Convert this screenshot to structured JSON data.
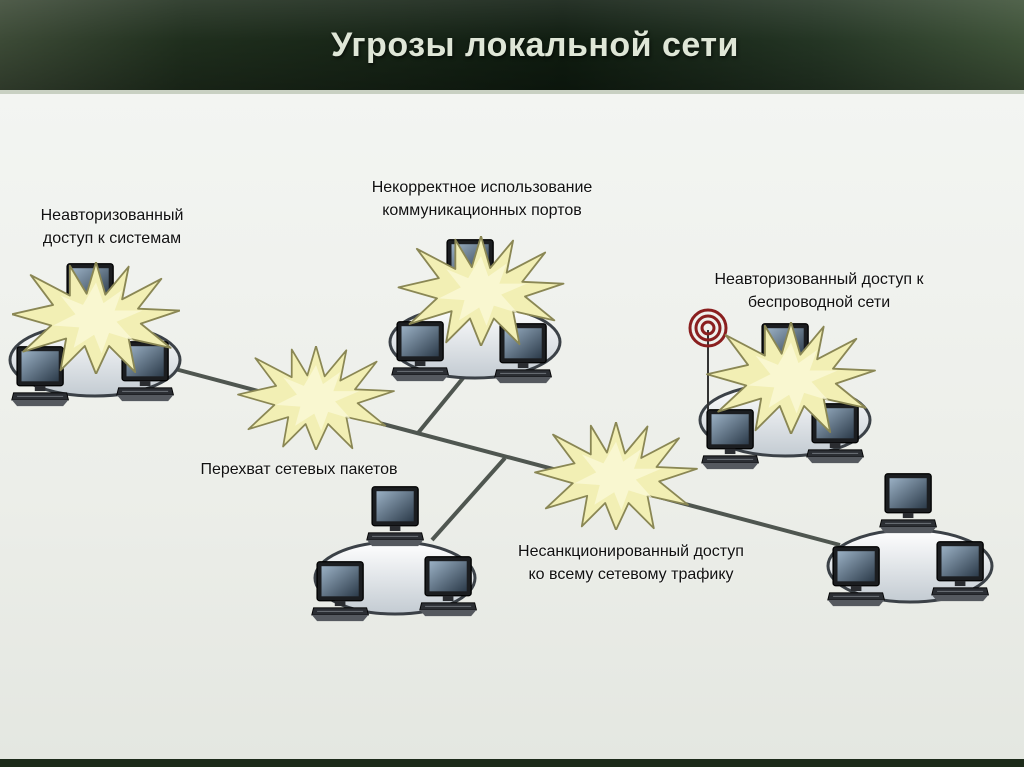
{
  "title": "Угрозы локальной сети",
  "threats": {
    "unauthorized_systems": [
      "Неавторизованный",
      "доступ к системам"
    ],
    "ports_misuse": [
      "Некорректное использование",
      "коммуникационных портов"
    ],
    "wireless_access": [
      "Неавторизованный доступ к",
      "беспроводной сети"
    ],
    "packet_sniffing": [
      "Перехват сетевых пакетов"
    ],
    "traffic_access": [
      "Несанкционированный доступ",
      "ко всему сетевому трафику"
    ]
  },
  "colors": {
    "burst_fill": "#f2efb4",
    "burst_stroke": "#8a8754",
    "cable": "#4f5650",
    "ellipse": "#c9d0d6"
  }
}
